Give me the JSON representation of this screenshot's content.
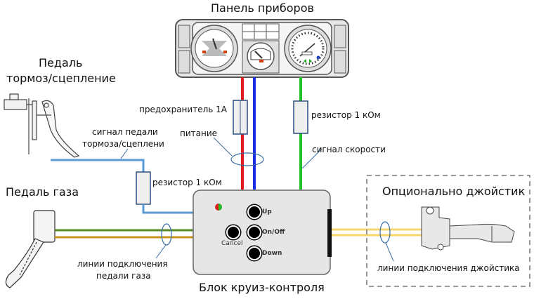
{
  "titles": {
    "instrument_panel": "Панель приборов",
    "brake_pedal_line1": "Педаль",
    "brake_pedal_line2": "тормоз/сцепление",
    "gas_pedal": "Педаль газа",
    "cruise_block": "Блок круиз-контроля",
    "optional_joystick": "Опционально джойстик"
  },
  "labels": {
    "fuse": "предохранитель 1А",
    "power": "питание",
    "resistor_speed": "резистор 1 кОм",
    "speed_signal": "сигнал скорости",
    "brake_signal_line1": "сигнал педали",
    "brake_signal_line2": "тормоза/сцеплени",
    "resistor_brake": "резистор 1 кОм",
    "gas_lines_line1": "линии подключения",
    "gas_lines_line2": "педали газа",
    "joystick_lines": "линии подключения джойстика"
  },
  "cruise_buttons": {
    "up": "Up",
    "on_off": "On/Off",
    "down": "Down",
    "cancel": "Cancel"
  },
  "wire_colors": {
    "power_red": "#e01b1b",
    "ground_blue": "#1b2fe0",
    "speed_green": "#22c12a",
    "brake_blue": "#5b9bd5",
    "gas_green": "#5a8a2a",
    "gas_orange": "#c8961e",
    "joystick_yellow": "#f5d76e"
  }
}
